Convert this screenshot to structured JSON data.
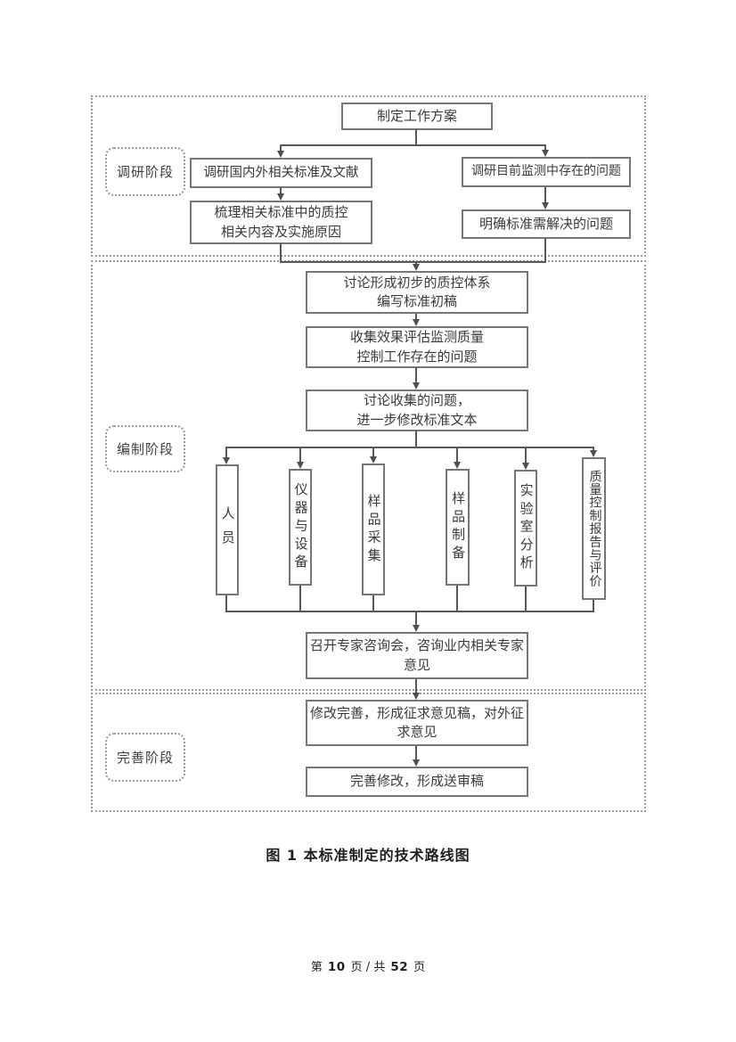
{
  "figure": {
    "caption": "图 1 本标准制定的技术路线图"
  },
  "footer": {
    "prefix": "第",
    "page_number": "10",
    "separator": "页 / 共",
    "total_pages": "52",
    "suffix": "页"
  },
  "flowchart": {
    "phase_labels": [
      {
        "label": "调研阶段"
      },
      {
        "label": "编制阶段"
      },
      {
        "label": "完善阶段"
      }
    ],
    "nodes": {
      "plan": "制定工作方案",
      "survey_standards": "调研国内外相关标准及文献",
      "survey_problems": "调研目前监测中存在的问题",
      "sort_qc_content": "梳理相关标准中的质控\n相关内容及实施原因",
      "clarify_problems": "明确标准需解决的问题",
      "draft_system": "讨论形成初步的质控体系\n编写标准初稿",
      "collect_issues": "收集效果评估监测质量\n控制工作存在的问题",
      "discuss_revise": "讨论收集的问题，\n进一步修改标准文本",
      "personnel": "人员",
      "instruments": "仪器与设备",
      "sampling": "样品采集",
      "sample_prep": "样品制备",
      "lab_analysis": "实验室分析",
      "qc_report": "质量控制报告与评价",
      "expert_consult": "召开专家咨询会，咨询业内相关专家\n意见",
      "draft_for_comments": "修改完善，形成征求意见稿，对外征\n求意见",
      "final_draft": "完善修改，形成送审稿"
    }
  }
}
